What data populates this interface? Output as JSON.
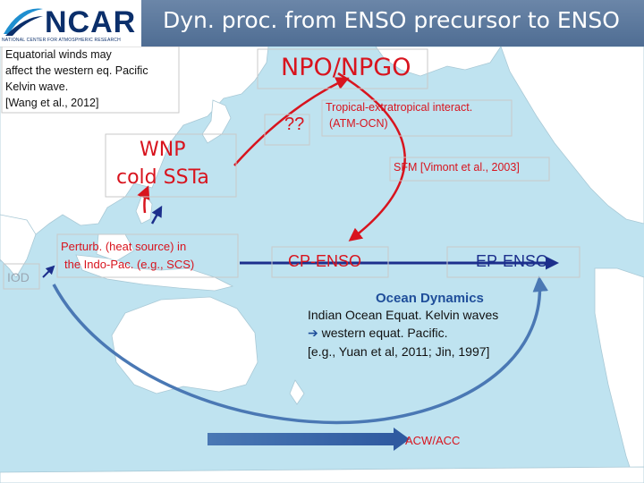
{
  "colors": {
    "ocean": "#bfe3f0",
    "land": "#ffffff",
    "red": "#d8141e",
    "navy": "#1c2f8c",
    "blue": "#4a78b4",
    "header": "#587596",
    "ocean_dyn": "#1f4e9a"
  },
  "header": {
    "logo_text": "NCAR",
    "logo_subtitle": "NATIONAL CENTER FOR ATMOSPHERIC RESEARCH",
    "title": "Dyn. proc. from ENSO precursor to ENSO"
  },
  "notes": {
    "eq_winds": [
      "Equatorial winds may",
      "affect the western eq. Pacific",
      "Kelvin wave.",
      "[Wang et al., 2012]"
    ],
    "npo": "NPO/NPGO",
    "tropical": [
      "Tropical-extratropical interact.",
      "(ATM-OCN)"
    ],
    "qq": "??",
    "sfm": "SFM [Vimont et al., 2003]",
    "wnp": [
      "WNP",
      "cold SSTa"
    ],
    "iod": "IOD",
    "perturb": [
      "Perturb. (heat source) in",
      "the Indo-Pac. (e.g., SCS)"
    ],
    "cp_enso": "CP-ENSO",
    "ep_enso": "EP-ENSO",
    "ocean_dyn": "Ocean Dynamics",
    "indian": [
      "Indian Ocean Equat. Kelvin waves",
      "western equat. Pacific.",
      "[e.g., Yuan et al, 2011; Jin, 1997]"
    ],
    "acw": "ACW/ACC"
  }
}
